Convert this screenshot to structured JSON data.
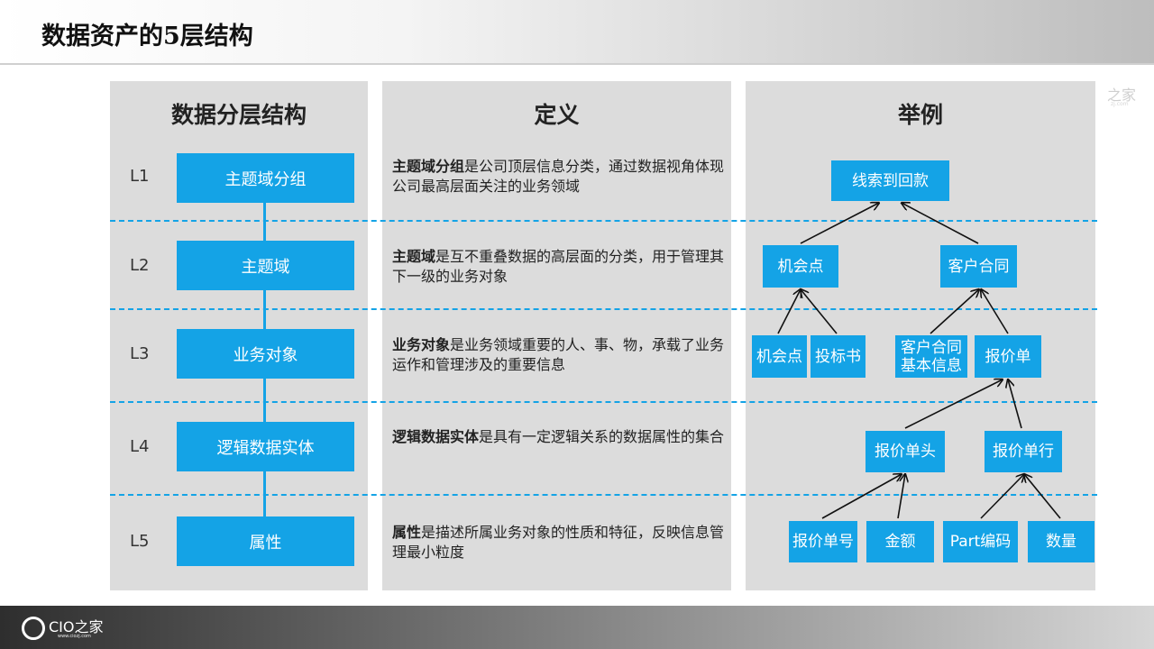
{
  "title": "数据资产的5层结构",
  "columns": {
    "structure": "数据分层结构",
    "definition": "定义",
    "example": "举例"
  },
  "layers": [
    {
      "level": "L1",
      "name": "主题域分组",
      "term": "主题域分组",
      "definition": "是公司顶层信息分类，通过数据视角体现公司最高层面关注的业务领域"
    },
    {
      "level": "L2",
      "name": "主题域",
      "term": "主题域",
      "definition": "是互不重叠数据的高层面的分类，用于管理其下一级的业务对象"
    },
    {
      "level": "L3",
      "name": "业务对象",
      "term": "业务对象",
      "definition": "是业务领域重要的人、事、物，承载了业务运作和管理涉及的重要信息"
    },
    {
      "level": "L4",
      "name": "逻辑数据实体",
      "term": "逻辑数据实体",
      "definition": "是具有一定逻辑关系的数据属性的集合"
    },
    {
      "level": "L5",
      "name": "属性",
      "term": "属性",
      "definition": "是描述所属业务对象的性质和特征，反映信息管理最小粒度"
    }
  ],
  "example": {
    "l1": "线索到回款",
    "l2": [
      "机会点",
      "客户合同"
    ],
    "l3": [
      "机会点",
      "投标书",
      "客户合同基本信息",
      "报价单"
    ],
    "l4": [
      "报价单头",
      "报价单行"
    ],
    "l5": [
      "报价单号",
      "金额",
      "Part编码",
      "数量"
    ]
  },
  "branding": {
    "logo": "CIO之家",
    "logo_url": "www.ciozj.com",
    "watermark": "之家",
    "watermark_url": "zj.com"
  },
  "colors": {
    "accent": "#14a3e6",
    "panel": "#dcdcdc",
    "arrow": "#111111"
  }
}
